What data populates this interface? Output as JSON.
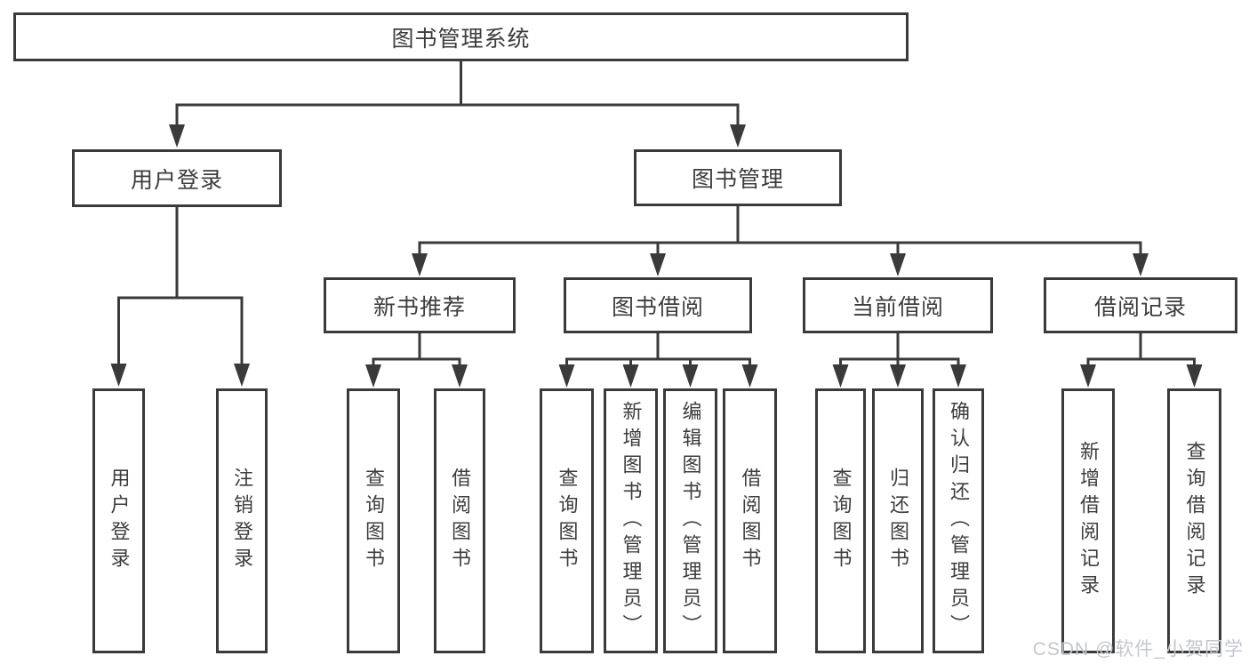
{
  "diagram": {
    "root": {
      "label": "图书管理系统"
    },
    "level2": [
      {
        "label": "用户登录",
        "children": [
          {
            "label": "用户登录"
          },
          {
            "label": "注销登录"
          }
        ]
      },
      {
        "label": "图书管理",
        "children": [
          {
            "label": "新书推荐",
            "children": [
              {
                "label": "查询图书"
              },
              {
                "label": "借阅图书"
              }
            ]
          },
          {
            "label": "图书借阅",
            "children": [
              {
                "label": "查询图书"
              },
              {
                "label": "新增图书（管理员）"
              },
              {
                "label": "编辑图书（管理员）"
              },
              {
                "label": "借阅图书"
              }
            ]
          },
          {
            "label": "当前借阅",
            "children": [
              {
                "label": "查询图书"
              },
              {
                "label": "归还图书"
              },
              {
                "label": "确认归还（管理员）"
              }
            ]
          },
          {
            "label": "借阅记录",
            "children": [
              {
                "label": "新增借阅记录"
              },
              {
                "label": "查询借阅记录"
              }
            ]
          }
        ]
      }
    ]
  },
  "watermark": {
    "text": "CSDN @软件_小贺同学"
  },
  "colors": {
    "line": "#3a3a3a",
    "text": "#3d3d3d",
    "boxbg": "#ffffff",
    "bg": "#ffffff",
    "watermark": "#c3c7cd"
  }
}
